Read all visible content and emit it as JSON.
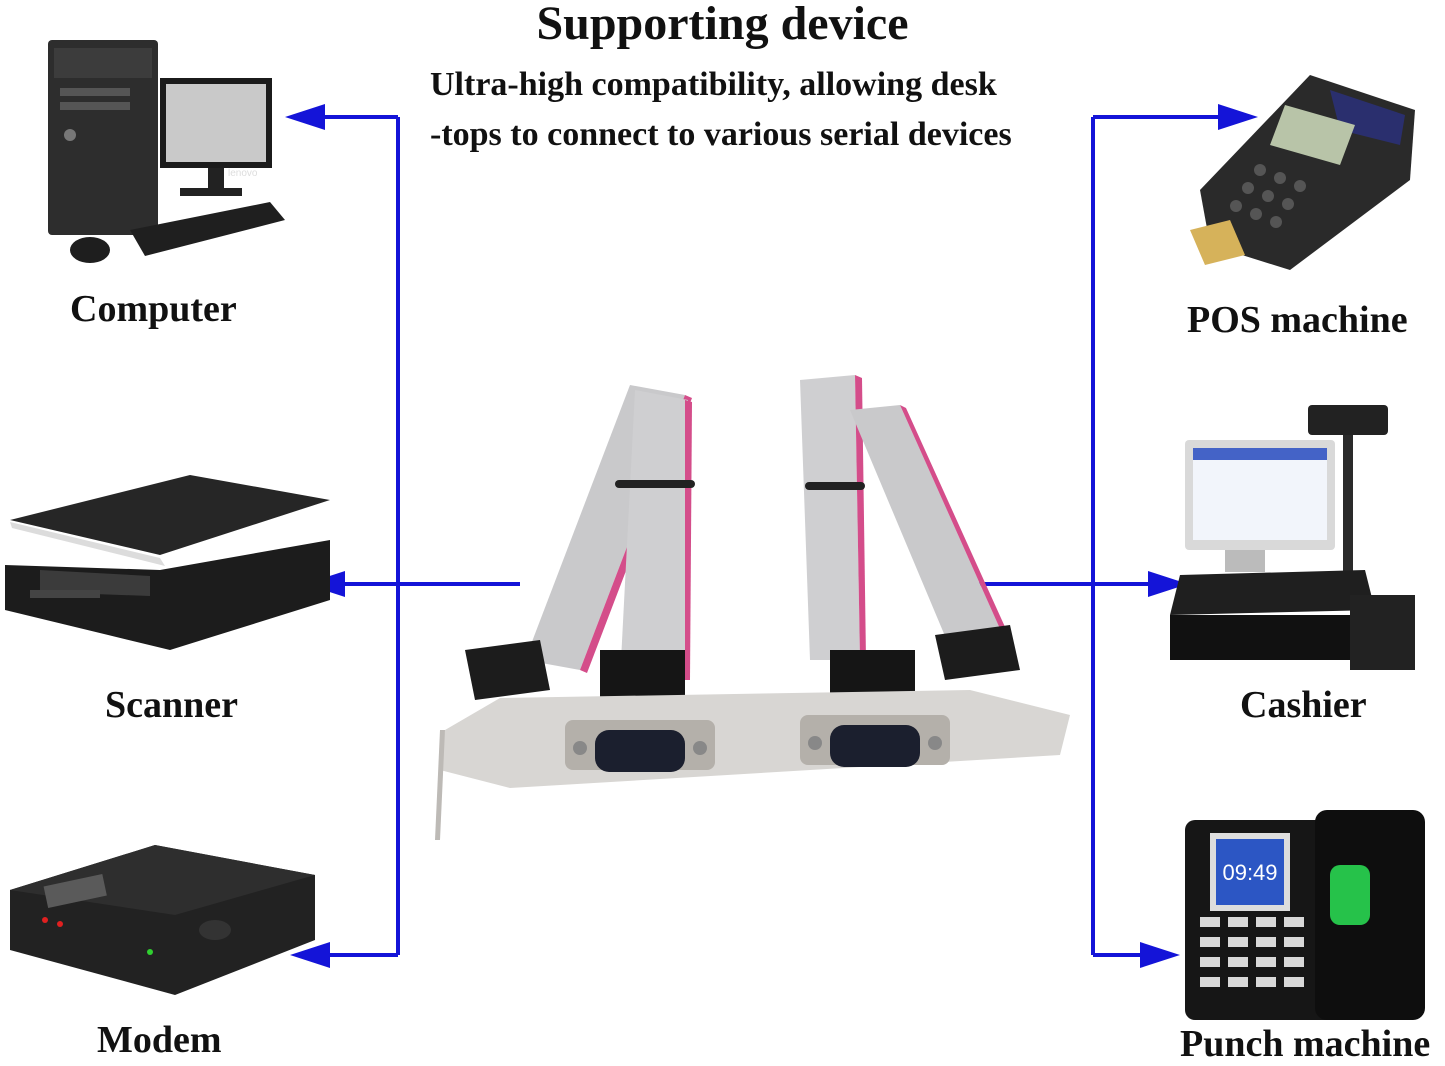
{
  "header": {
    "title": "Supporting device",
    "subtitle_line1": "Ultra-high compatibility, allowing desk",
    "subtitle_line2": "-tops to connect to various serial devices"
  },
  "devices": {
    "computer": "Computer",
    "scanner": "Scanner",
    "modem": "Modem",
    "pos": "POS machine",
    "cashier": "Cashier",
    "punch": "Punch machine"
  },
  "device_text": {
    "computer_brand": "lenovo",
    "clock_time": "09:49"
  },
  "colors": {
    "arrow": "#1414d8"
  }
}
